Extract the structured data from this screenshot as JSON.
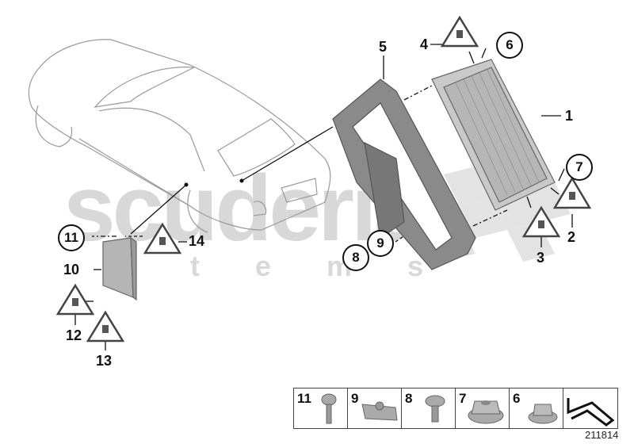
{
  "watermark": {
    "brand": "scuderia",
    "sub": "s  t  e  m  s"
  },
  "callouts": {
    "c1": "1",
    "c2": "2",
    "c3": "3",
    "c4": "4",
    "c5": "5",
    "c6": "6",
    "c7": "7",
    "c8": "8",
    "c9": "9",
    "c10": "10",
    "c11": "11",
    "c12": "12",
    "c13": "13",
    "c14": "14"
  },
  "legend": {
    "items": [
      {
        "num": "11",
        "part": "screw"
      },
      {
        "num": "9",
        "part": "clip-nut"
      },
      {
        "num": "8",
        "part": "hex-bolt"
      },
      {
        "num": "7",
        "part": "flange-nut-large"
      },
      {
        "num": "6",
        "part": "flange-nut-small"
      },
      {
        "num": "",
        "part": "arrow-symbol"
      }
    ]
  },
  "diagram_code": "211814",
  "colors": {
    "line": "#111111",
    "car_outline": "#9a9a9a",
    "part_fill": "#bdbdbd",
    "watermark": "#d8d8d8"
  }
}
